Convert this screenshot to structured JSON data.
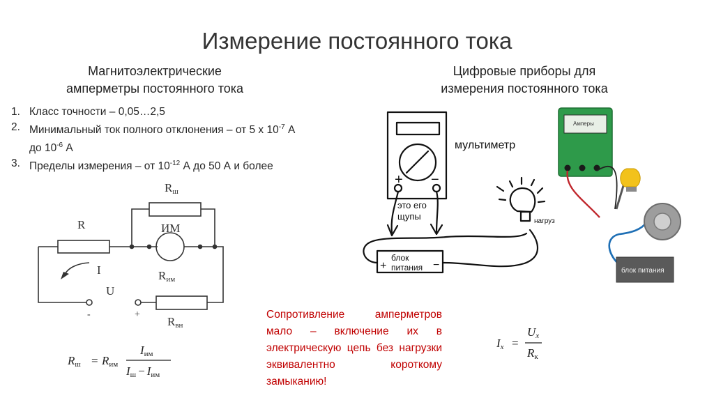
{
  "title": "Измерение постоянного тока",
  "left_subtitle": [
    "Магнитоэлектрические",
    "амперметры постоянного тока"
  ],
  "right_subtitle": [
    "Цифровые приборы для",
    "измерения постоянного тока"
  ],
  "list": [
    {
      "num": "1.",
      "parts": [
        "Класс точности – 0,05…2,5"
      ]
    },
    {
      "num": "2.",
      "parts": [
        "Минимальный ток полного отклонения – от 5 x 10",
        "-7",
        " А",
        "до 10",
        "-6",
        " А"
      ]
    },
    {
      "num": "3.",
      "parts": [
        "Пределы измерения – от 10",
        "-12",
        " А до 50 А и более"
      ]
    }
  ],
  "circuit": {
    "r_shunt": "R",
    "r_shunt_sub": "ш",
    "r_load": "R",
    "meter": "ИМ",
    "current": "I",
    "voltage": "U",
    "r_meter": "R",
    "r_meter_sub": "им",
    "r_ext": "R",
    "r_ext_sub": "вн",
    "minus": "-",
    "plus": "+"
  },
  "formula_shunt": {
    "lhs": "R",
    "lhs_sub": "ш",
    "eq": "=",
    "r": "R",
    "r_sub": "им",
    "num": "I",
    "num_sub": "им",
    "den_a": "I",
    "den_a_sub": "ш",
    "den_minus": "−",
    "den_b": "I",
    "den_b_sub": "им"
  },
  "note": "Сопротивление амперметров мало – включение их в электрическую цепь без нагрузки эквивалентно короткому замыканию!",
  "formula_ix": {
    "lhs": "I",
    "lhs_sub": "x",
    "eq": "=",
    "num": "U",
    "num_sub": "x",
    "den": "R",
    "den_sub": "к"
  },
  "sketch": {
    "multimeter": "мультиметр",
    "probes_1": "это его",
    "probes_2": "щупы",
    "load": "нагруз",
    "supply_1": "блок",
    "supply_2": "питания",
    "plus": "+",
    "minus": "−"
  },
  "photo": {
    "meter_label": "Амперы",
    "supply": "блок питания"
  },
  "colors": {
    "note": "#c00000",
    "photo_meter_green": "#2e9a4a",
    "photo_supply": "#5a5a5a"
  }
}
